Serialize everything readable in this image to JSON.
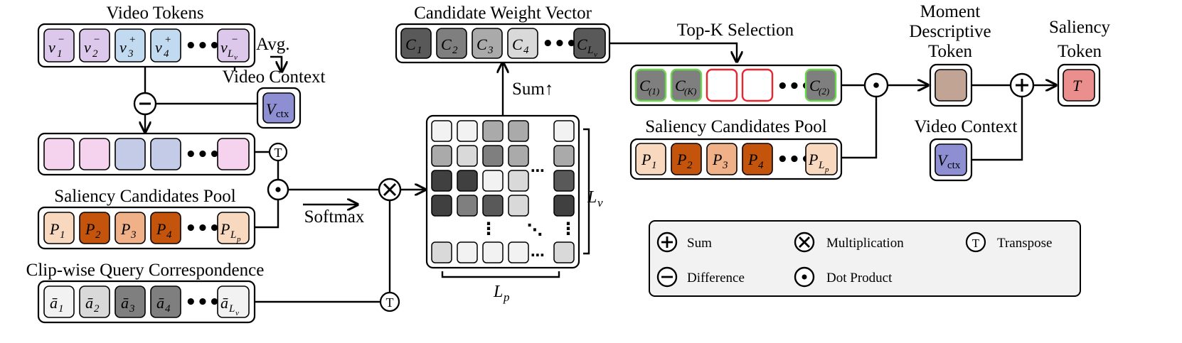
{
  "titles": {
    "video_tokens": "Video Tokens",
    "avg": "Avg.",
    "video_context_left": "Video Context",
    "pool_left": "Saliency Candidates Pool",
    "clip_query": "Clip-wise Query Correspondence",
    "softmax": "Softmax",
    "sum_up": "Sum↑",
    "cand_weight": "Candidate Weight Vector",
    "topk": "Top-K Selection",
    "pool_right": "Saliency Candidates Pool",
    "moment_line1": "Moment",
    "moment_line2": "Descriptive",
    "moment_line3": "Token",
    "saliency_line1": "Saliency",
    "saliency_line2": "Token",
    "video_context_right": "Video Context"
  },
  "symbols": {
    "v": "v",
    "P": "P",
    "C": "C",
    "a": "ā",
    "Vctx_main": "V",
    "Vctx_sub": "ctx",
    "T": "T",
    "Lv_main": "L",
    "Lv_sub": "v",
    "Lp_main": "L",
    "Lp_sub": "p"
  },
  "subscripts": {
    "n1": "1",
    "n2": "2",
    "n3": "3",
    "n4": "4",
    "c1": "(1)",
    "cK": "(K)",
    "c2": "(2)"
  },
  "superscripts": {
    "minus": "−",
    "plus": "+"
  },
  "glyphs": {
    "ellipsis": "•••",
    "vdots": "⋮",
    "ddots": "⋱",
    "hdots": "⋯",
    "up_arrow": "↑"
  },
  "ops": {
    "sum": "+",
    "diff": "−",
    "transpose": "T",
    "mult": "×",
    "dot": "•"
  },
  "legend": {
    "sum": "Sum",
    "multiplication": "Multiplication",
    "transpose": "Transpose",
    "difference": "Difference",
    "dot_product": "Dot Product"
  },
  "colors": {
    "video_neg": "#dcc8ea",
    "video_pos": "#c2daf0",
    "diff_pink": "#f5d2ee",
    "diff_blue": "#c4cbe6",
    "vctx": "#8d8fd2",
    "pool_light": "#f9d8c0",
    "pool_dark": "#c4540c",
    "pool_mid": "#f0b088",
    "moment": "#c2a495",
    "saliency": "#eb8e8e",
    "gray_1": "#f2f2f2",
    "gray_2": "#d9d9d9",
    "gray_3": "#aaaaaa",
    "gray_4": "#7f7f7f",
    "gray_5": "#595959",
    "gray_6": "#404040",
    "sel_green": "#6cd54e",
    "sel_red": "#e8262d"
  }
}
